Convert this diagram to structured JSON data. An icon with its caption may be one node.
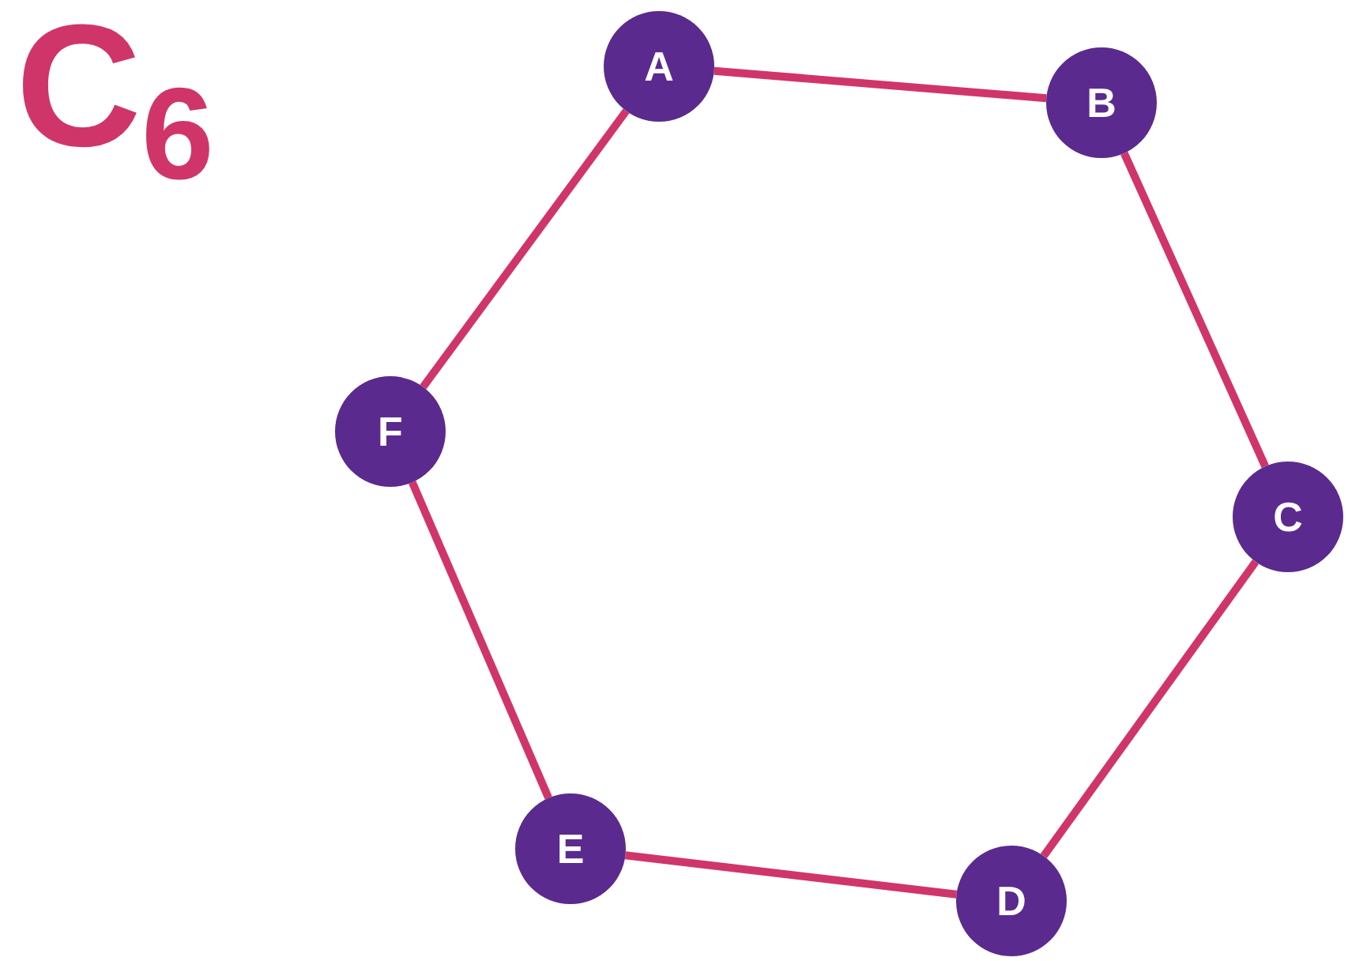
{
  "diagram": {
    "title": "C$_{6}$",
    "nodes": [
      {
        "text": [
          "A"
        ]
      },
      {
        "text": [
          "B"
        ]
      },
      {
        "text": [
          "C"
        ]
      },
      {
        "text": [
          "D"
        ]
      },
      {
        "text": [
          "E"
        ]
      },
      {
        "text": [
          "F"
        ]
      }
    ],
    "edges": [
      {
        "from": 0,
        "to": 1,
        "arrow": "none"
      },
      {
        "from": 1,
        "to": 2,
        "arrow": "none"
      },
      {
        "from": 2,
        "to": 3,
        "arrow": "none"
      },
      {
        "from": 3,
        "to": 4,
        "arrow": "none"
      },
      {
        "from": 4,
        "to": 5,
        "arrow": "none"
      },
      {
        "from": 5,
        "to": 0,
        "arrow": "none"
      }
    ]
  }
}
